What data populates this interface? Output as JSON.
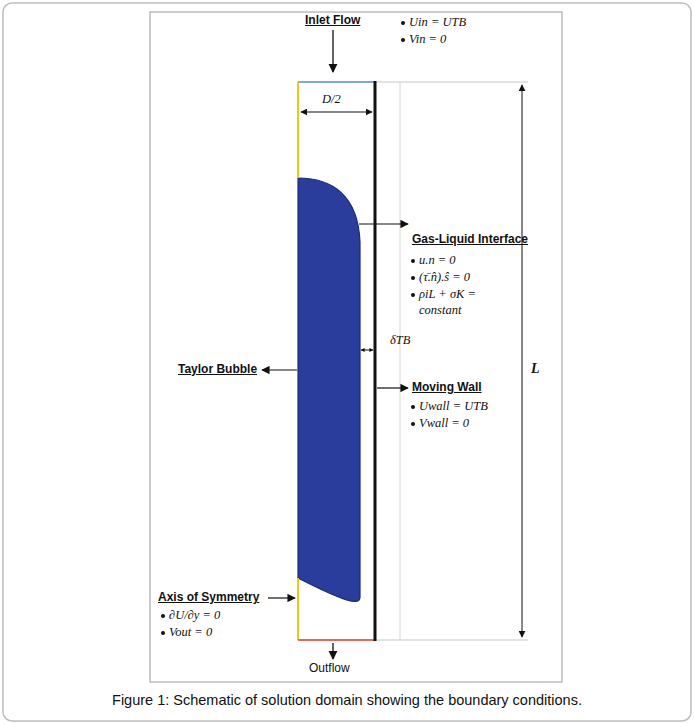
{
  "diagram": {
    "caption": "Figure 1: Schematic of solution domain showing the boundary conditions.",
    "labels": [
      "Inlet Flow",
      "Uin = UTB",
      "Vin = 0",
      "D/2",
      "Gas-Liquid Interface",
      "u.n = 0",
      "(τ̄.n̂).ŝ = 0",
      "ρiL + σK = constant",
      "δTB",
      "Taylor Bubble",
      "L",
      "Moving Wall",
      "Uwall = UTB",
      "Vwall = 0",
      "Axis of Symmetry",
      "∂U/∂y = 0",
      "Vout = 0",
      "Outflow"
    ]
  }
}
